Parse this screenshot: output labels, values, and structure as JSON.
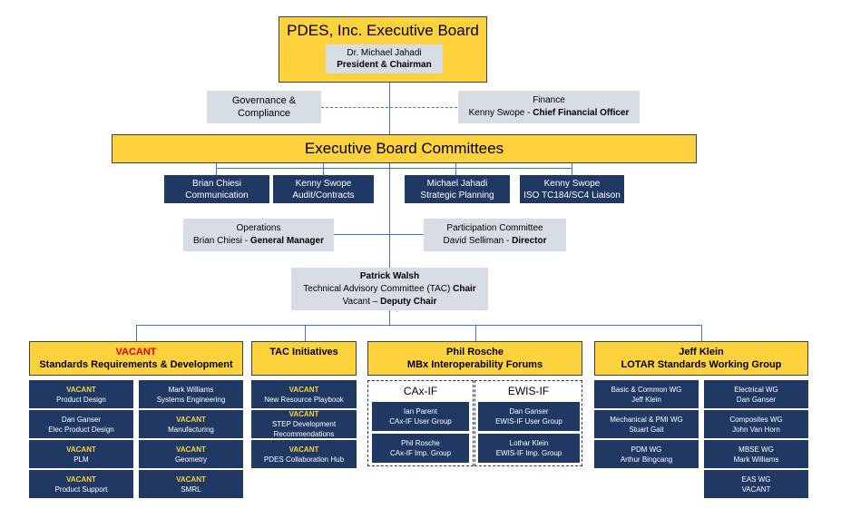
{
  "board": {
    "title": "PDES, Inc. Executive Board",
    "person": "Dr. Michael Jahadi",
    "role": "President & Chairman"
  },
  "governance": {
    "line1": "Governance &",
    "line2": "Compliance"
  },
  "finance": {
    "title": "Finance",
    "person": "Kenny Swope - ",
    "role": "Chief Financial Officer"
  },
  "committees": {
    "title": "Executive Board Committees",
    "items": [
      {
        "name": "Brian Chiesi",
        "role": "Communication"
      },
      {
        "name": "Kenny Swope",
        "role": "Audit/Contracts"
      },
      {
        "name": "Michael Jahadi",
        "role": "Strategic Planning"
      },
      {
        "name": "Kenny Swope",
        "role": "ISO TC184/SC4 Liaison"
      }
    ]
  },
  "operations": {
    "title": "Operations",
    "person": "Brian Chiesi - ",
    "role": "General Manager"
  },
  "participation": {
    "title": "Participation Committee",
    "person": "David Selliman - ",
    "role": "Director"
  },
  "tac": {
    "name": "Patrick Walsh",
    "line2": "Technical Advisory Committee (TAC) ",
    "line2_bold": "Chair",
    "line3": "Vacant – ",
    "line3_bold": "Deputy Chair"
  },
  "srd": {
    "head1": "VACANT",
    "head2": "Standards Requirements & Development",
    "left": [
      {
        "l1": "VACANT",
        "l2": "Product Design",
        "vac": true
      },
      {
        "l1": "Dan Ganser",
        "l2": "Elec Product Design",
        "vac": false
      },
      {
        "l1": "VACANT",
        "l2": "PLM",
        "vac": true
      },
      {
        "l1": "VACANT",
        "l2": "Product Support",
        "vac": true
      }
    ],
    "right": [
      {
        "l1": "Mark Williams",
        "l2": "Systems Engineering",
        "vac": false
      },
      {
        "l1": "VACANT",
        "l2": "Manufacturing",
        "vac": true
      },
      {
        "l1": "VACANT",
        "l2": "Geometry",
        "vac": true
      },
      {
        "l1": "VACANT",
        "l2": "SMRL",
        "vac": true
      }
    ]
  },
  "tacinit": {
    "head": "TAC Initiatives",
    "items": [
      {
        "l1": "VACANT",
        "l2": "New Resource Playbook",
        "l3": ""
      },
      {
        "l1": "VACANT",
        "l2": "STEP Development",
        "l3": "Recommendations"
      },
      {
        "l1": "VACANT",
        "l2": "PDES Collaboration Hub",
        "l3": ""
      }
    ]
  },
  "mbx": {
    "head1": "Phil Rosche",
    "head2": "MBx Interoperability Forums",
    "cax": {
      "title": "CAx-IF",
      "items": [
        {
          "l1": "Ian Parent",
          "l2": "CAx-IF User Group"
        },
        {
          "l1": "Phil Rosche",
          "l2": "CAx-IF Imp. Group"
        }
      ]
    },
    "ewis": {
      "title": "EWIS-IF",
      "items": [
        {
          "l1": "Dan Ganser",
          "l2": "EWIS-IF User Group"
        },
        {
          "l1": "Lothar Klein",
          "l2": "EWIS-IF Imp. Group"
        }
      ]
    }
  },
  "lotar": {
    "head1": "Jeff Klein",
    "head2": "LOTAR Standards Working Group",
    "left": [
      {
        "l1": "Basic & Common WG",
        "l2": "Jeff Klein"
      },
      {
        "l1": "Mechanical & PMI WG",
        "l2": "Stuart Gait"
      },
      {
        "l1": "PDM WG",
        "l2": "Arthur Bingcang"
      }
    ],
    "right": [
      {
        "l1": "Electrical WG",
        "l2": "Dan Ganser"
      },
      {
        "l1": "Composites WG",
        "l2": "John Van Horn"
      },
      {
        "l1": "MBSE WG",
        "l2": "Mark Williams"
      },
      {
        "l1": "EAS WG",
        "l2": "VACANT"
      }
    ]
  }
}
